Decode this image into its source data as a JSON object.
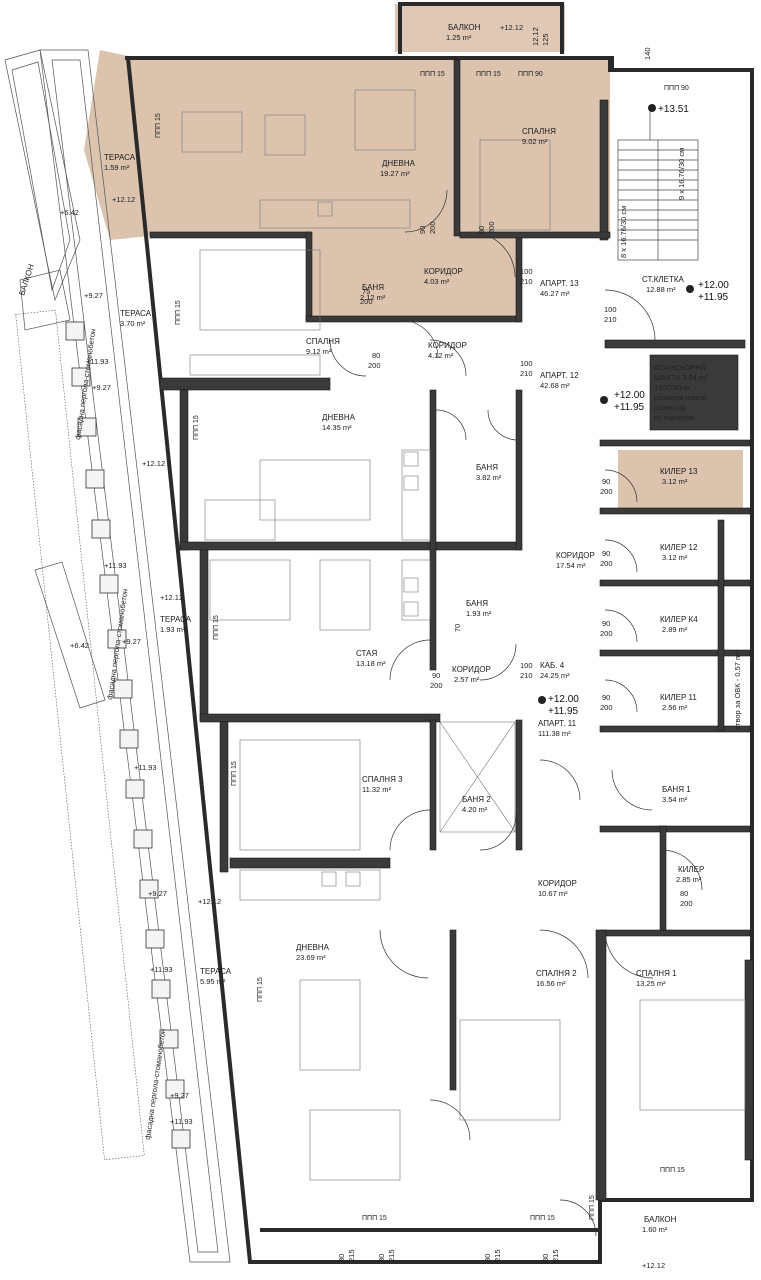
{
  "rooms": {
    "balcony_top": {
      "name": "БАЛКОН",
      "area": "1.25 m²"
    },
    "living_13": {
      "name": "ДНЕВНА",
      "area": "19.27 m²"
    },
    "bedroom_13": {
      "name": "СПАЛНЯ",
      "area": "9.02 m²"
    },
    "bath_13": {
      "name": "БАНЯ",
      "area": "2.12 m²"
    },
    "corridor_13": {
      "name": "КОРИДОР",
      "area": "4.03 m²"
    },
    "apt13": {
      "name": "АПАРТ. 13",
      "area": "46.27 m²"
    },
    "stair": {
      "name": "СТ.КЛЕТКА",
      "area": "12.88 m²"
    },
    "bedroom_12": {
      "name": "СПАЛНЯ",
      "area": "9.12 m²"
    },
    "corridor_12": {
      "name": "КОРИДОР",
      "area": "4.12 m²"
    },
    "apt12": {
      "name": "АПАРТ. 12",
      "area": "42.68 m²"
    },
    "elevator": {
      "l1": "АСАНСЬОРНА",
      "l2": "ШАХТА 3.04 m²",
      "l3": "190/160см",
      "l4": "размери шахта",
      "l5": "асансьор",
      "l6": "пътнически"
    },
    "living_12": {
      "name": "ДНЕВНА",
      "area": "14.35 m²"
    },
    "bath_12": {
      "name": "БАНЯ",
      "area": "3.82 m²"
    },
    "storage_13": {
      "name": "КИЛЕР 13",
      "area": "3.12 m²"
    },
    "corridor_main": {
      "name": "КОРИДОР",
      "area": "17.54 m²"
    },
    "storage_12": {
      "name": "КИЛЕР 12",
      "area": "3.12 m²"
    },
    "bath_k4": {
      "name": "БАНЯ",
      "area": "1.93 m²"
    },
    "storage_k4": {
      "name": "КИЛЕР К4",
      "area": "2.89 m²"
    },
    "room_k4": {
      "name": "СТАЯ",
      "area": "13.18 m²"
    },
    "corridor_k4": {
      "name": "КОРИДОР",
      "area": "2.57 m²"
    },
    "cab4": {
      "name": "КАБ. 4",
      "area": "24.25 m²"
    },
    "storage_11": {
      "name": "КИЛЕР 11",
      "area": "2.56 m²"
    },
    "apt11": {
      "name": "АПАРТ. 11",
      "area": "111.38 m²"
    },
    "bedroom3": {
      "name": "СПАЛНЯ 3",
      "area": "11.32 m²"
    },
    "bath2": {
      "name": "БАНЯ 2",
      "area": "4.20 m²"
    },
    "bath1": {
      "name": "БАНЯ 1",
      "area": "3.54 m²"
    },
    "storage": {
      "name": "КИЛЕР",
      "area": "2.85 m²"
    },
    "corridor_11": {
      "name": "КОРИДОР",
      "area": "10.67 m²"
    },
    "living_11": {
      "name": "ДНЕВНА",
      "area": "23.69 m²"
    },
    "bedroom2": {
      "name": "СПАЛНЯ 2",
      "area": "16.56 m²"
    },
    "bedroom1": {
      "name": "СПАЛНЯ 1",
      "area": "13.25 m²"
    },
    "balcony_bottom": {
      "name": "БАЛКОН",
      "area": "1.60 m²"
    },
    "terrace1": {
      "name": "ТЕРАСА",
      "area": "1.59 m²"
    },
    "terrace2": {
      "name": "ТЕРАСА",
      "area": "3.70 m²"
    },
    "terrace3": {
      "name": "ТЕРАСА",
      "area": "1.93 m²"
    },
    "terrace4": {
      "name": "ТЕРАСА",
      "area": "5.95 m²"
    },
    "balcony_left": {
      "name": "БАЛКОН"
    }
  },
  "levels": {
    "l1351": "+13.51",
    "l1200": "+12.00",
    "l1195": "+11.95",
    "l1212": "+12.12",
    "l927": "+9.27",
    "l642": "+6.42",
    "l1193": "+11.93"
  },
  "windows": {
    "ppp15": "ППП 15",
    "ppp90": "ППП 90"
  },
  "dims": {
    "d80": "80",
    "d215": "215",
    "d90": "90",
    "d200": "200",
    "d100": "100",
    "d210": "210",
    "d75": "75",
    "d70": "70",
    "d140": "140",
    "d125": "125",
    "d1212": "12.12"
  },
  "notes": {
    "shaft": "отвор за ОВК - 0.57 m²",
    "stair_steps": "8 х 16.76/30 см",
    "stair_steps2": "9 х 16.76/30 см",
    "facade": "фасадна пергола-стоманобетон"
  }
}
